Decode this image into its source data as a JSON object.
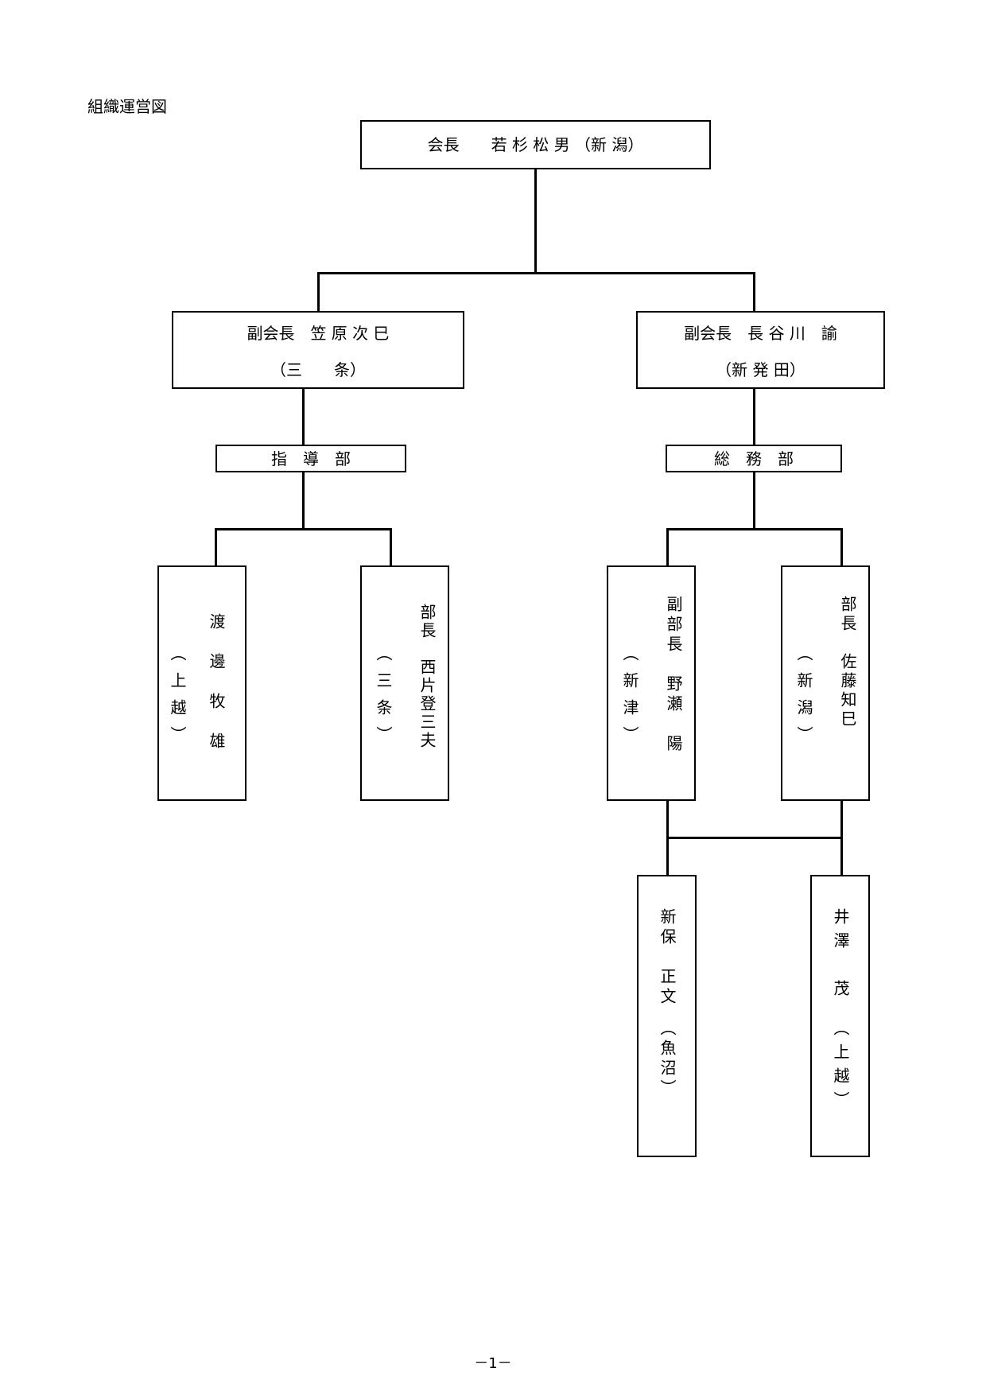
{
  "page": {
    "title": "組織運営図",
    "footer": "－1－"
  },
  "president": {
    "text": "会長　　若 杉 松 男 （新 潟）"
  },
  "vp_left": {
    "line1": "副会長　笠 原 次 巳",
    "line2": "（三　　条）"
  },
  "vp_right": {
    "line1": "副会長　長 谷 川　諭",
    "line2": "（新 発 田）"
  },
  "dept_left": {
    "label": "指　導　部"
  },
  "dept_right": {
    "label": "総　務　部"
  },
  "m_watanabe": {
    "col1": "渡邊牧雄",
    "col2": "（上越）"
  },
  "m_nishikata": {
    "col1": "部長　西片登三夫",
    "col2": "（三条）"
  },
  "m_nose": {
    "col1": "副部長　野瀬　陽",
    "col2": "（新津）"
  },
  "m_sato": {
    "col1": "部長　佐藤知巳",
    "col2": "（新潟）"
  },
  "m_shimbo": {
    "text": "新保　正文　（魚沼）"
  },
  "m_isawa": {
    "text": "井澤　茂　（上越）"
  }
}
